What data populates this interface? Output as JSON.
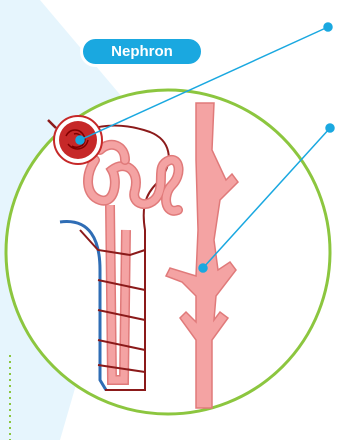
{
  "diagram": {
    "title": "Nephron",
    "colors": {
      "background_panel": "#e6f5fd",
      "circle_outline": "#8cc63f",
      "title_pill": "#1aa8e0",
      "leader_line": "#1aa8e0",
      "vessel_fill": "#f4a3a3",
      "vessel_outline": "#e07a7a",
      "tubule_dark": "#8b1a1a",
      "vein_blue": "#2f6db5",
      "glomerulus": "#c62828"
    },
    "labels": [
      {
        "id": "glomerulus-callout",
        "text": ""
      },
      {
        "id": "blood-vessel-callout",
        "text": ""
      }
    ]
  }
}
